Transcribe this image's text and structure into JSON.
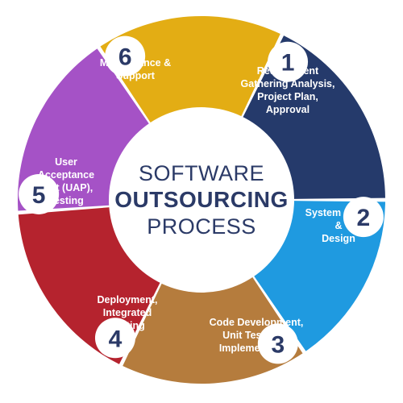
{
  "title": {
    "line1": "SOFTWARE",
    "line2": "OUTSOURCING",
    "line3": "PROCESS"
  },
  "steps": [
    {
      "number": "1",
      "lines": [
        "Requirement",
        "Gathering Analysis,",
        "Project Plan,",
        "Approval"
      ],
      "color": "#253a6b"
    },
    {
      "number": "2",
      "lines": [
        "System Study",
        "&",
        "Design"
      ],
      "color": "#1f9ae0"
    },
    {
      "number": "3",
      "lines": [
        "Code Development,",
        "Unit Testing &",
        "Implementation"
      ],
      "color": "#b57c3d"
    },
    {
      "number": "4",
      "lines": [
        "Deployment,",
        "Integrated",
        "Testing"
      ],
      "color": "#b5232e"
    },
    {
      "number": "5",
      "lines": [
        "User",
        "Acceptance",
        "Test (UAP),",
        "Testing"
      ],
      "color": "#a552c6"
    },
    {
      "number": "6",
      "lines": [
        "Maintenance &",
        "Support"
      ],
      "color": "#e3ad14"
    }
  ],
  "colors": {
    "number_text": "#2b3a67",
    "center_text": "#2b3a67",
    "badge_border": "#253a6b"
  }
}
